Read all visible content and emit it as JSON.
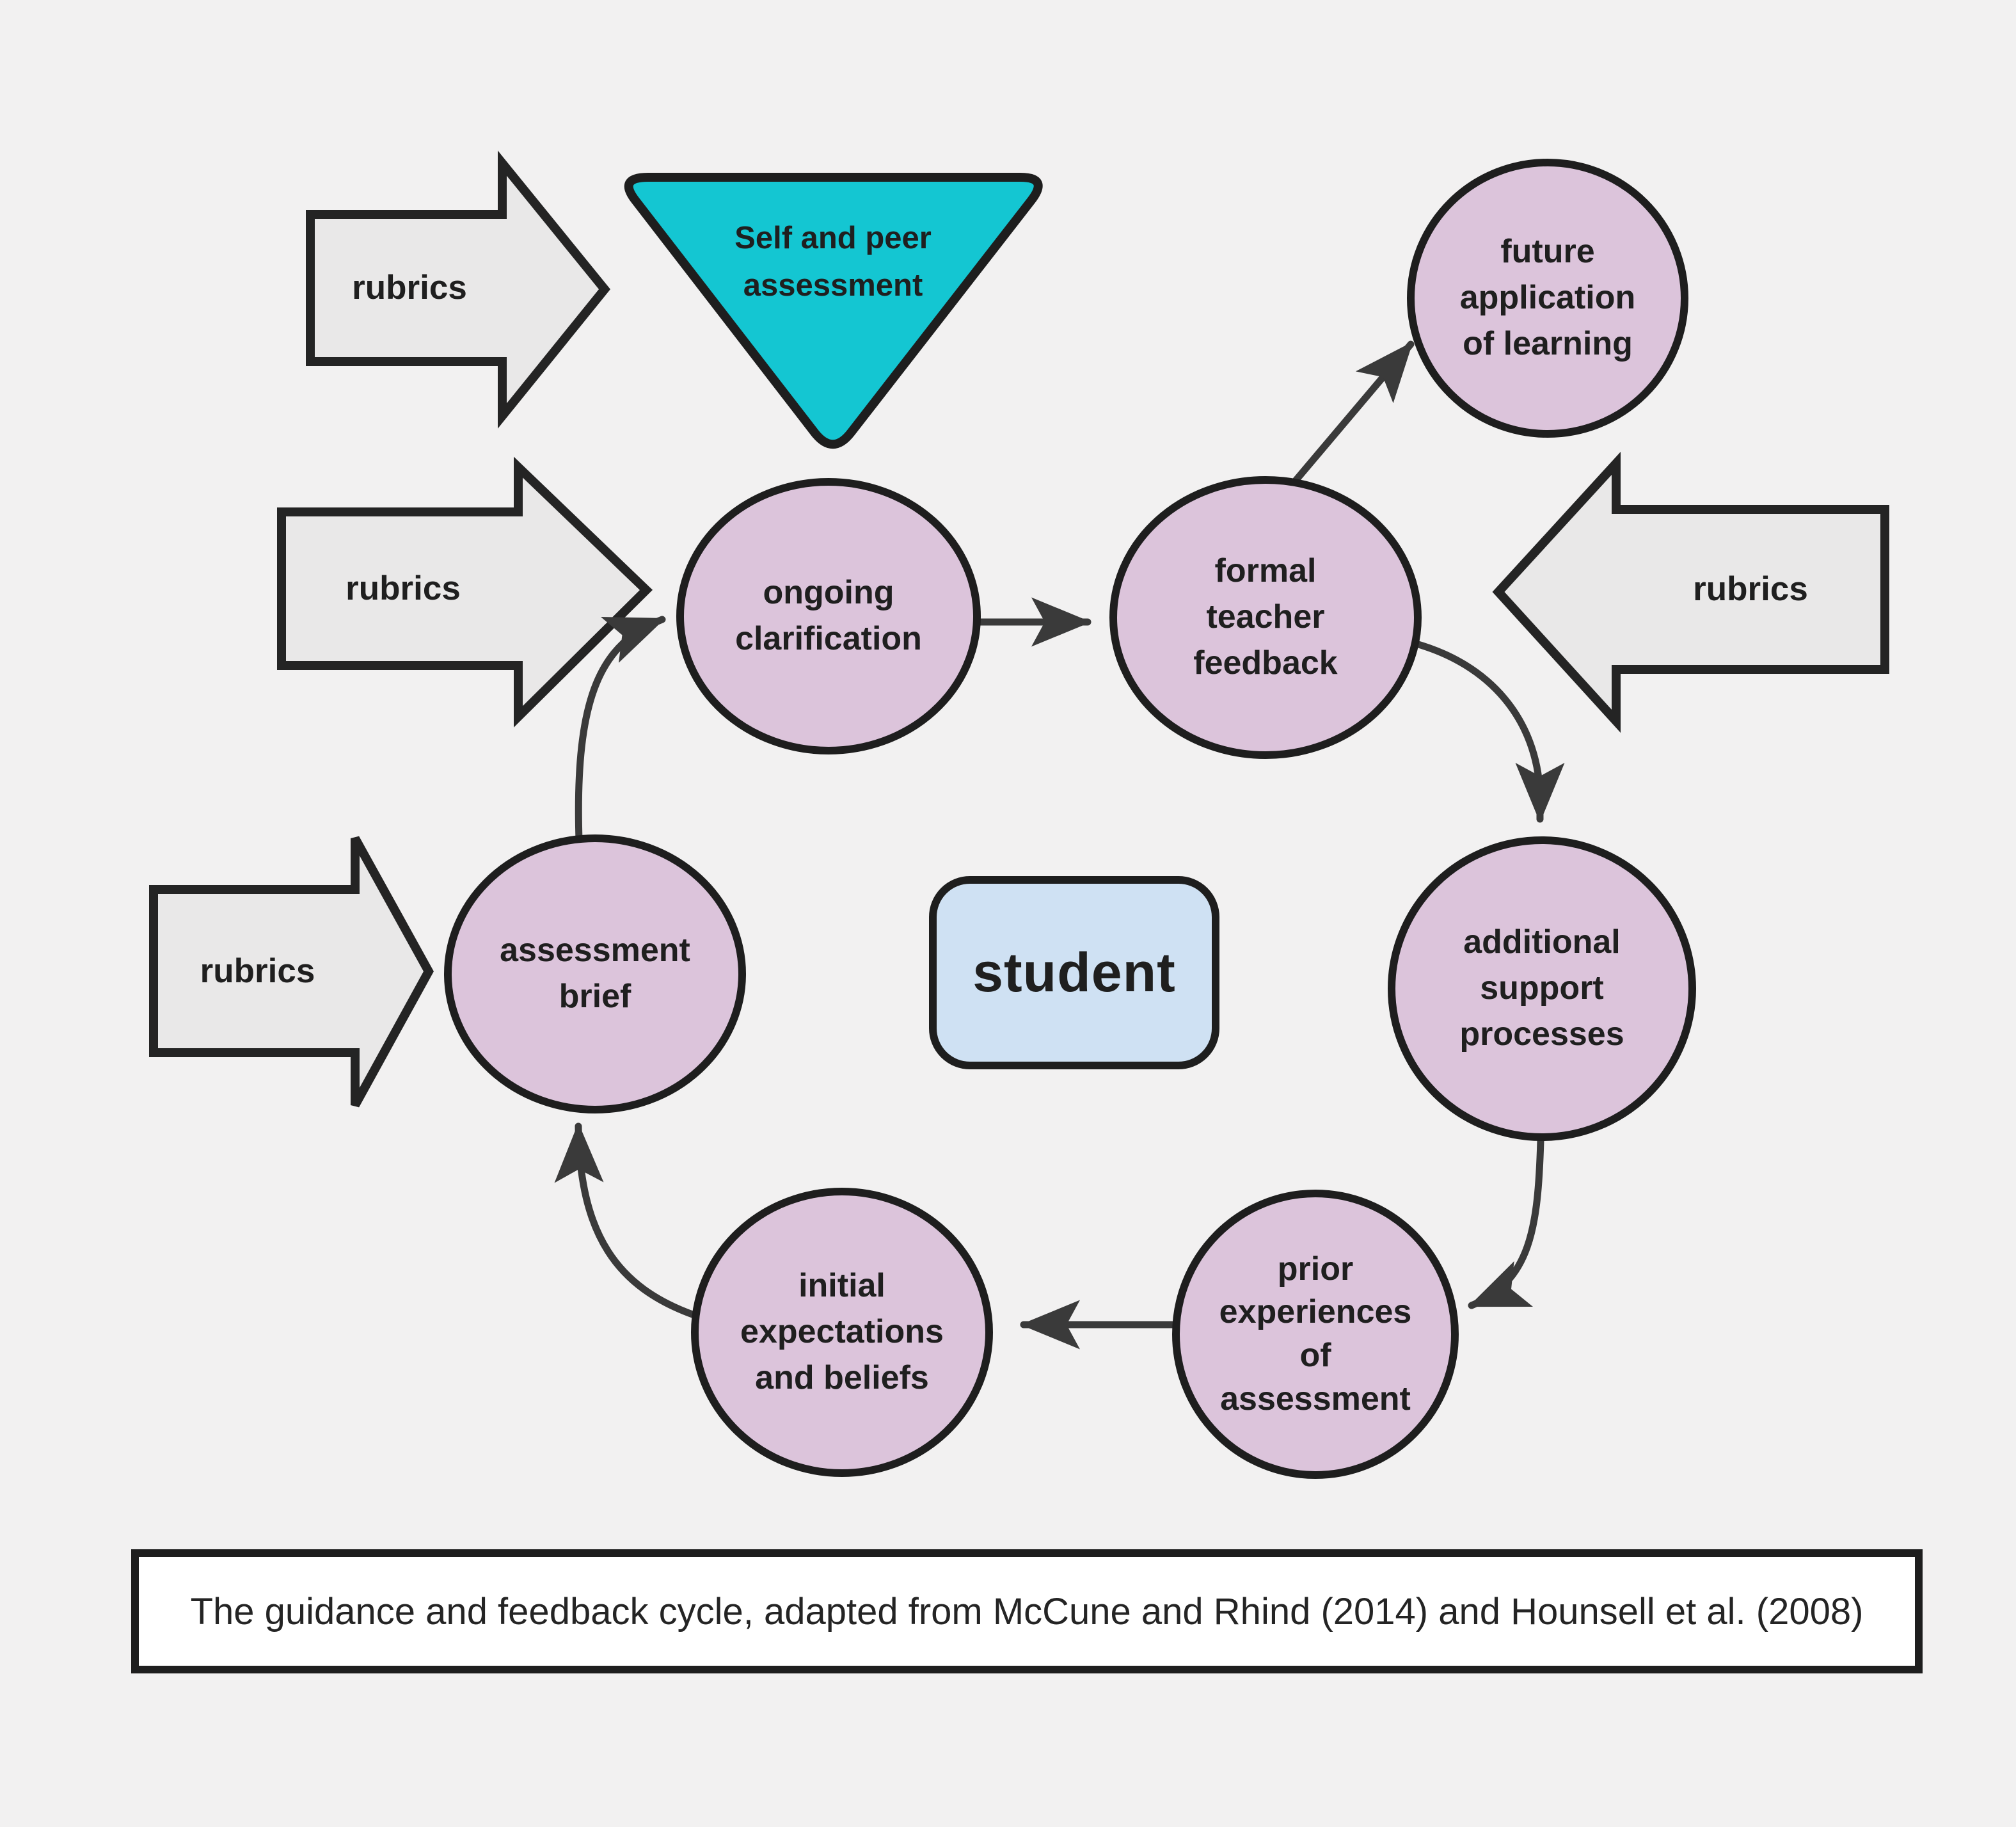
{
  "colors": {
    "bg": "#f2f1f1",
    "node_fill": "#dcc4db",
    "node_stroke": "#1e1e1e",
    "arrow_fill": "#e9e8e8",
    "arrow_stroke": "#242424",
    "triangle_fill": "#14c6d2",
    "student_fill": "#cfe1f3",
    "connector": "#3a3a3a",
    "text": "#1f1f1f",
    "caption_bg": "#ffffff"
  },
  "triangle": {
    "label": "Self and peer\nassessment"
  },
  "student": {
    "label": "student"
  },
  "rubric_arrows": {
    "top_left": "rubrics",
    "middle_left": "rubrics",
    "bottom_left": "rubrics",
    "right": "rubrics"
  },
  "nodes": {
    "future": {
      "label": "future\napplication\nof learning"
    },
    "ongoing": {
      "label": "ongoing\nclarification"
    },
    "formal": {
      "label": "formal\nteacher\nfeedback"
    },
    "additional": {
      "label": "additional\nsupport\nprocesses"
    },
    "brief": {
      "label": "assessment\nbrief"
    },
    "initial": {
      "label": "initial\nexpectations\nand beliefs"
    },
    "prior": {
      "label": "prior\nexperiences\nof\nassessment"
    }
  },
  "edges": [
    {
      "from": "assessment brief",
      "to": "ongoing clarification"
    },
    {
      "from": "ongoing clarification",
      "to": "formal teacher feedback"
    },
    {
      "from": "formal teacher feedback",
      "to": "future application of learning"
    },
    {
      "from": "formal teacher feedback",
      "to": "additional support processes"
    },
    {
      "from": "additional support processes",
      "to": "prior experiences of assessment"
    },
    {
      "from": "prior experiences of assessment",
      "to": "initial expectations and beliefs"
    },
    {
      "from": "initial expectations and beliefs",
      "to": "assessment brief"
    }
  ],
  "caption": {
    "text": "The guidance and feedback cycle, adapted from McCune and Rhind (2014) and Hounsell et al. (2008)"
  }
}
